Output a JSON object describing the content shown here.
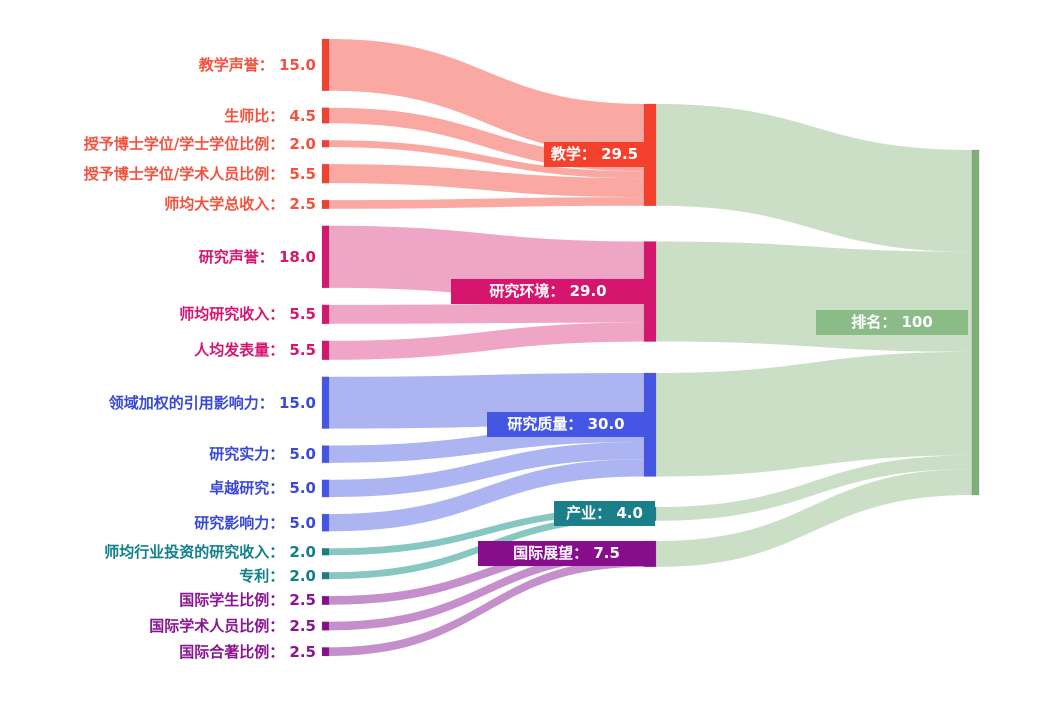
{
  "chart_data": {
    "type": "sankey",
    "title": "",
    "orientation": "horizontal",
    "background": "#ffffff",
    "columns": [
      "indicators",
      "pillars",
      "total"
    ],
    "total_value": 100,
    "colors": {
      "teaching": {
        "node": "#F4402C",
        "flow": "#FAA9A2",
        "text": "#F4523E"
      },
      "research_environment": {
        "node": "#D6156F",
        "flow": "#EFA6C6",
        "text": "#D6156F"
      },
      "research_quality": {
        "node": "#4656E4",
        "flow": "#ACB5F1",
        "text": "#3A4AD6"
      },
      "industry": {
        "node": "#1B7F89",
        "flow": "#87C7C2",
        "text": "#11808A"
      },
      "international_outlook": {
        "node": "#870D8D",
        "flow": "#C48FCB",
        "text": "#8A1592"
      },
      "rank": {
        "node": "#7FB07A",
        "flow": "#CADFC6",
        "box": "#8BBB87",
        "text": "#ffffff"
      }
    },
    "nodes": [
      {
        "id": "teaching-reputation",
        "label": "教学声誉",
        "value": "15.0",
        "text": "教学声誉：  15.0",
        "column": "left",
        "group": "teaching"
      },
      {
        "id": "student-staff-ratio",
        "label": "生师比",
        "value": "4.5",
        "text": "生师比：  4.5",
        "column": "left",
        "group": "teaching"
      },
      {
        "id": "doctorate-bachelor-ratio",
        "label": "授予博士学位/学士学位比例",
        "value": "2.0",
        "text": "授予博士学位/学士学位比例：  2.0",
        "column": "left",
        "group": "teaching"
      },
      {
        "id": "doctorate-staff-ratio",
        "label": "授予博士学位/学术人员比例",
        "value": "5.5",
        "text": "授予博士学位/学术人员比例：  5.5",
        "column": "left",
        "group": "teaching"
      },
      {
        "id": "institutional-income",
        "label": "师均大学总收入",
        "value": "2.5",
        "text": "师均大学总收入：  2.5",
        "column": "left",
        "group": "teaching"
      },
      {
        "id": "research-reputation",
        "label": "研究声誉",
        "value": "18.0",
        "text": "研究声誉：  18.0",
        "column": "left",
        "group": "research_environment"
      },
      {
        "id": "research-income",
        "label": "师均研究收入",
        "value": "5.5",
        "text": "师均研究收入：  5.5",
        "column": "left",
        "group": "research_environment"
      },
      {
        "id": "research-productivity",
        "label": "人均发表量",
        "value": "5.5",
        "text": "人均发表量：  5.5",
        "column": "left",
        "group": "research_environment"
      },
      {
        "id": "citation-impact",
        "label": "领域加权的引用影响力",
        "value": "15.0",
        "text": "领域加权的引用影响力：  15.0",
        "column": "left",
        "group": "research_quality"
      },
      {
        "id": "research-strength",
        "label": "研究实力",
        "value": "5.0",
        "text": "研究实力：  5.0",
        "column": "left",
        "group": "research_quality"
      },
      {
        "id": "research-excellence",
        "label": "卓越研究",
        "value": "5.0",
        "text": "卓越研究：  5.0",
        "column": "left",
        "group": "research_quality"
      },
      {
        "id": "research-influence",
        "label": "研究影响力",
        "value": "5.0",
        "text": "研究影响力：  5.0",
        "column": "left",
        "group": "research_quality"
      },
      {
        "id": "industry-income",
        "label": "师均行业投资的研究收入",
        "value": "2.0",
        "text": "师均行业投资的研究收入：  2.0",
        "column": "left",
        "group": "industry"
      },
      {
        "id": "patents",
        "label": "专利",
        "value": "2.0",
        "text": "专利：  2.0",
        "column": "left",
        "group": "industry"
      },
      {
        "id": "intl-students",
        "label": "国际学生比例",
        "value": "2.5",
        "text": "国际学生比例：  2.5",
        "column": "left",
        "group": "international_outlook"
      },
      {
        "id": "intl-staff",
        "label": "国际学术人员比例",
        "value": "2.5",
        "text": "国际学术人员比例：  2.5",
        "column": "left",
        "group": "international_outlook"
      },
      {
        "id": "intl-coauthorship",
        "label": "国际合著比例",
        "value": "2.5",
        "text": "国际合著比例：  2.5",
        "column": "left",
        "group": "international_outlook"
      },
      {
        "id": "teaching",
        "label": "教学",
        "value": "29.5",
        "text": "教学：  29.5",
        "column": "mid",
        "group": "teaching"
      },
      {
        "id": "research-environment",
        "label": "研究环境",
        "value": "29.0",
        "text": "研究环境：  29.0",
        "column": "mid",
        "group": "research_environment"
      },
      {
        "id": "research-quality",
        "label": "研究质量",
        "value": "30.0",
        "text": "研究质量：  30.0",
        "column": "mid",
        "group": "research_quality"
      },
      {
        "id": "industry",
        "label": "产业",
        "value": "4.0",
        "text": "产业：  4.0",
        "column": "mid",
        "group": "industry"
      },
      {
        "id": "international-outlook",
        "label": "国际展望",
        "value": "7.5",
        "text": "国际展望：  7.5",
        "column": "mid",
        "group": "international_outlook"
      },
      {
        "id": "rank",
        "label": "排名",
        "value": "100",
        "text": "排名：  100",
        "column": "right",
        "group": "rank"
      }
    ],
    "links": [
      {
        "source": "teaching-reputation",
        "target": "teaching",
        "value": 15.0
      },
      {
        "source": "student-staff-ratio",
        "target": "teaching",
        "value": 4.5
      },
      {
        "source": "doctorate-bachelor-ratio",
        "target": "teaching",
        "value": 2.0
      },
      {
        "source": "doctorate-staff-ratio",
        "target": "teaching",
        "value": 5.5
      },
      {
        "source": "institutional-income",
        "target": "teaching",
        "value": 2.5
      },
      {
        "source": "research-reputation",
        "target": "research-environment",
        "value": 18.0
      },
      {
        "source": "research-income",
        "target": "research-environment",
        "value": 5.5
      },
      {
        "source": "research-productivity",
        "target": "research-environment",
        "value": 5.5
      },
      {
        "source": "citation-impact",
        "target": "research-quality",
        "value": 15.0
      },
      {
        "source": "research-strength",
        "target": "research-quality",
        "value": 5.0
      },
      {
        "source": "research-excellence",
        "target": "research-quality",
        "value": 5.0
      },
      {
        "source": "research-influence",
        "target": "research-quality",
        "value": 5.0
      },
      {
        "source": "industry-income",
        "target": "industry",
        "value": 2.0
      },
      {
        "source": "patents",
        "target": "industry",
        "value": 2.0
      },
      {
        "source": "intl-students",
        "target": "international-outlook",
        "value": 2.5
      },
      {
        "source": "intl-staff",
        "target": "international-outlook",
        "value": 2.5
      },
      {
        "source": "intl-coauthorship",
        "target": "international-outlook",
        "value": 2.5
      },
      {
        "source": "teaching",
        "target": "rank",
        "value": 29.5
      },
      {
        "source": "research-environment",
        "target": "rank",
        "value": 29.0
      },
      {
        "source": "research-quality",
        "target": "rank",
        "value": 30.0
      },
      {
        "source": "industry",
        "target": "rank",
        "value": 4.0
      },
      {
        "source": "international-outlook",
        "target": "rank",
        "value": 7.5
      }
    ]
  }
}
